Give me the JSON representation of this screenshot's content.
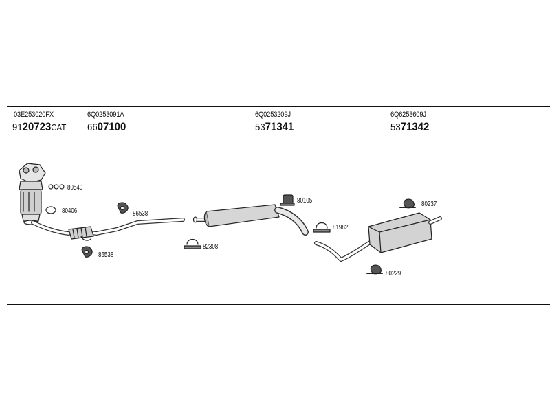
{
  "header": {
    "oe_numbers": [
      "03E253020FX",
      "6Q0253091A",
      "6Q0253209J",
      "6Q6253609J"
    ],
    "codes": [
      {
        "prefix": "91",
        "main": "20723",
        "suffix": "CAT"
      },
      {
        "prefix": "66",
        "main": "07100",
        "suffix": ""
      },
      {
        "prefix": "53",
        "main": "71341",
        "suffix": ""
      },
      {
        "prefix": "53",
        "main": "71342",
        "suffix": ""
      }
    ]
  },
  "parts": {
    "clamp_80540": "80540",
    "gasket_80406": "80406",
    "hanger_86538_a": "86538",
    "hanger_86538_b": "86538",
    "clamp_82308": "82308",
    "hanger_80105": "80105",
    "clamp_81982": "81982",
    "hanger_80237": "80237",
    "hanger_80229": "80229"
  }
}
